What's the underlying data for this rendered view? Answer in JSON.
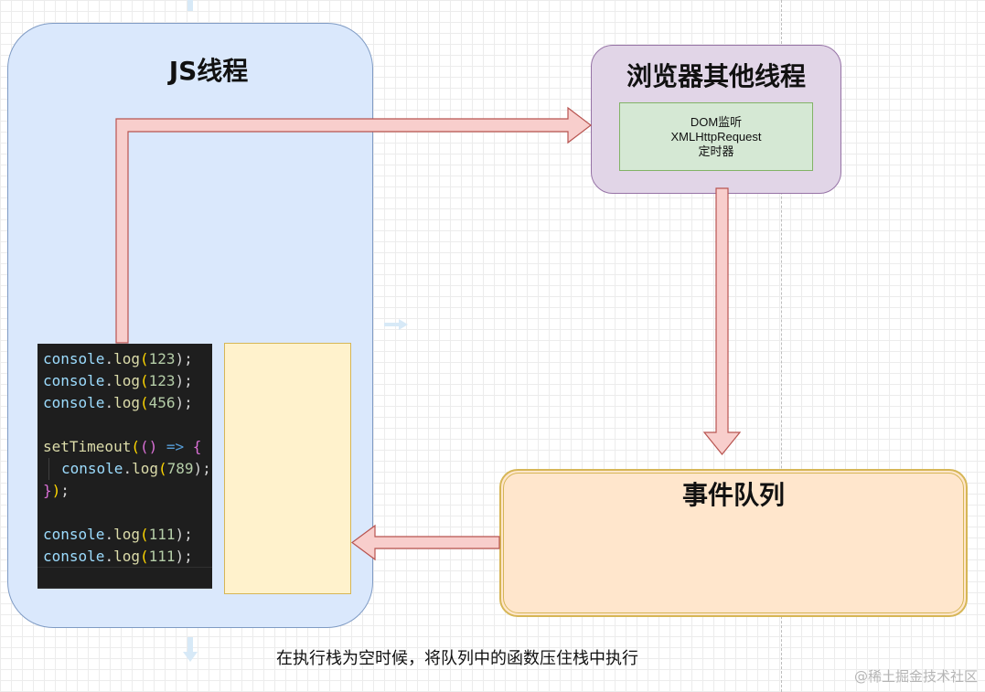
{
  "js_thread": {
    "title": "JS线程"
  },
  "browser_threads": {
    "title": "浏览器其他线程",
    "apis": [
      "DOM监听",
      "XMLHttpRequest",
      "定时器"
    ]
  },
  "event_queue": {
    "title": "事件队列"
  },
  "code": {
    "lines": [
      [
        "console",
        ".",
        "log",
        "(",
        "123",
        ");"
      ],
      [
        "console",
        ".",
        "log",
        "(",
        "123",
        ");"
      ],
      [
        "console",
        ".",
        "log",
        "(",
        "456",
        ");"
      ],
      [],
      [
        "setTimeout",
        "(",
        "()",
        " => ",
        "{"
      ],
      [
        "console",
        ".",
        "log",
        "(",
        "789",
        ");"
      ],
      [
        "}",
        ")",
        ";"
      ],
      [],
      [
        "console",
        ".",
        "log",
        "(",
        "111",
        ");"
      ],
      [
        "console",
        ".",
        "log",
        "(",
        "111",
        ");"
      ]
    ]
  },
  "caption": "在执行栈为空时候，将队列中的函数压住栈中执行",
  "watermark": "@稀土掘金技术社区",
  "colors": {
    "js_thread_fill": "#dae8fc",
    "browser_fill": "#e1d5e7",
    "api_fill": "#d5e8d4",
    "queue_fill": "#ffe6cc",
    "stack_fill": "#fff2cc",
    "arrow_fill": "#f8cecc",
    "arrow_stroke": "#b85450"
  }
}
